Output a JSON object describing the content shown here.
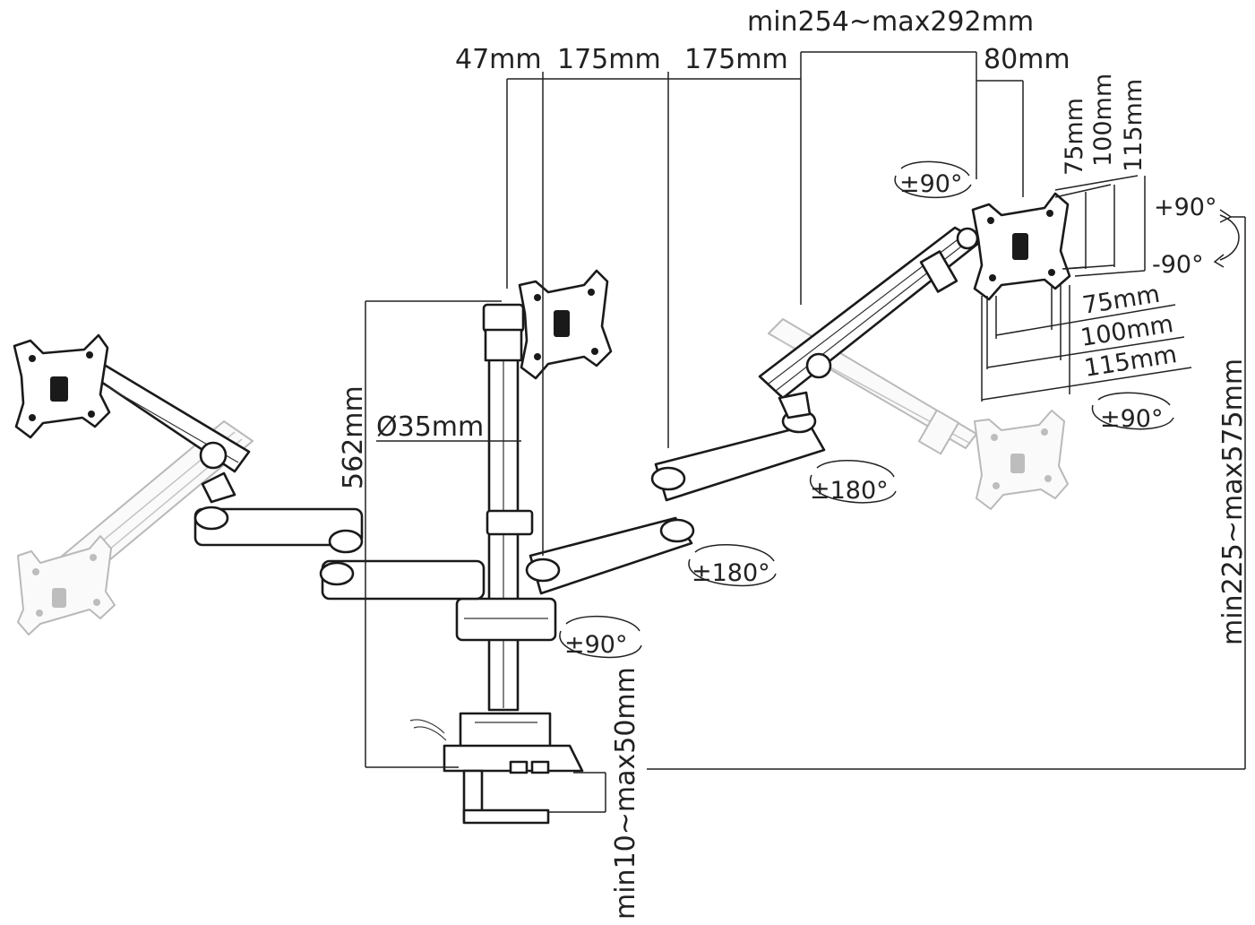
{
  "labels": {
    "top_range": "min254~max292mm",
    "dim_47": "47mm",
    "dim_175_a": "175mm",
    "dim_175_b": "175mm",
    "dim_80": "80mm",
    "vesa_v_75": "75mm",
    "vesa_v_100": "100mm",
    "vesa_v_115": "115mm",
    "vesa_h_75": "75mm",
    "vesa_h_100": "100mm",
    "vesa_h_115": "115mm",
    "tilt_up": "+90°",
    "tilt_down": "-90°",
    "pole_height": "562mm",
    "pole_diameter": "Ø35mm",
    "height_range": "min225~max575mm",
    "clamp_range": "min10~max50mm"
  },
  "rotations": {
    "top_head": "±90°",
    "right_head": "±90°",
    "elbow_upper": "±180°",
    "elbow_lower": "±180°",
    "base": "±90°"
  }
}
